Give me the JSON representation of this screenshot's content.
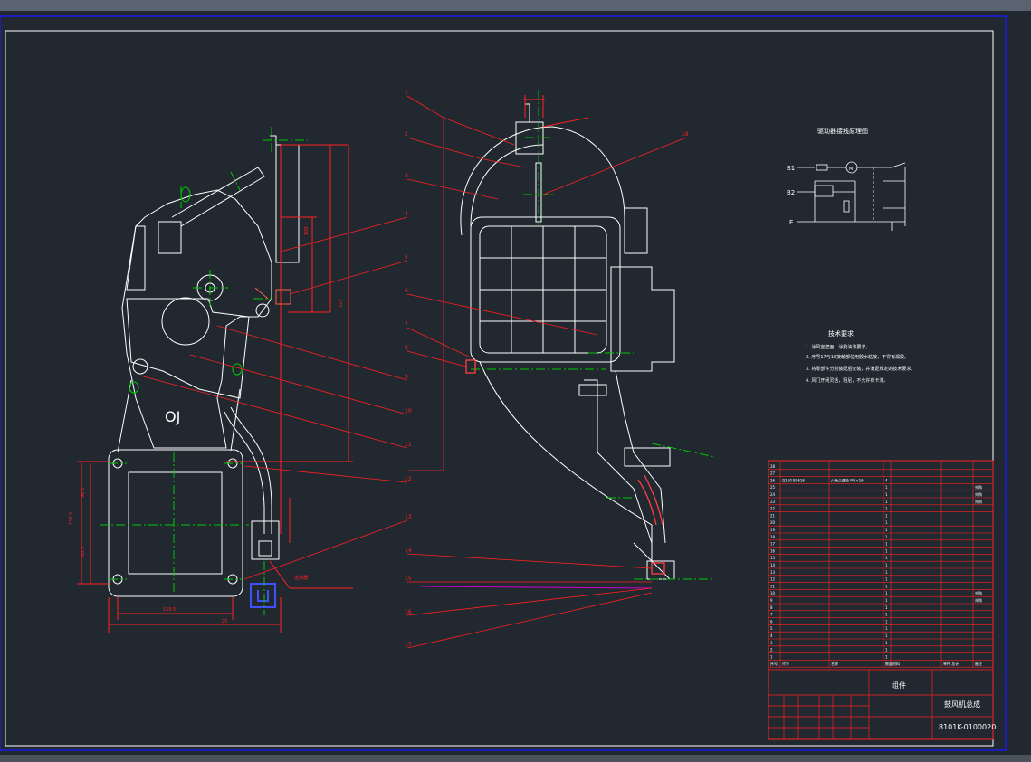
{
  "drawing": {
    "title": "OJ",
    "circuit_title": "驱动器接线原理图",
    "tech_title": "技术要求",
    "tech_lines": [
      "1. 涂风室壁面，涂胶油漆要求。",
      "2. 序号17与18接触部位用胶水粘接，不得有漏胶。",
      "3. 将零部件分别装配后安装，并满足规定的技术要求。",
      "4. 风门开闭灵活，阻尼，不允许有卡滞。"
    ],
    "callouts": [
      "1",
      "2",
      "3",
      "4",
      "5",
      "6",
      "7",
      "8",
      "9",
      "10",
      "11",
      "12",
      "13",
      "14",
      "15",
      "16",
      "17",
      "18"
    ]
  },
  "circuit": {
    "b1": "B1",
    "b2": "B2",
    "e": "E",
    "m": "M"
  },
  "bom": {
    "rows": [
      {
        "no": "28",
        "code": "",
        "name": "",
        "qty": "",
        "mat": "",
        "weight": "",
        "note": ""
      },
      {
        "no": "27",
        "code": "",
        "name": "",
        "qty": "",
        "mat": "",
        "weight": "",
        "note": ""
      },
      {
        "no": "26",
        "code": "Q150 B0616",
        "name": "六角头螺栓 M6×16",
        "qty": "4",
        "mat": "",
        "weight": "",
        "note": ""
      },
      {
        "no": "25",
        "code": "",
        "name": "",
        "qty": "1",
        "mat": "",
        "weight": "",
        "note": "外购"
      },
      {
        "no": "24",
        "code": "",
        "name": "",
        "qty": "1",
        "mat": "",
        "weight": "",
        "note": "外购"
      },
      {
        "no": "23",
        "code": "",
        "name": "",
        "qty": "1",
        "mat": "",
        "weight": "",
        "note": "外购"
      },
      {
        "no": "22",
        "code": "",
        "name": "",
        "qty": "1",
        "mat": "",
        "weight": "",
        "note": ""
      },
      {
        "no": "21",
        "code": "",
        "name": "",
        "qty": "1",
        "mat": "",
        "weight": "",
        "note": ""
      },
      {
        "no": "20",
        "code": "",
        "name": "",
        "qty": "1",
        "mat": "",
        "weight": "",
        "note": ""
      },
      {
        "no": "19",
        "code": "",
        "name": "",
        "qty": "1",
        "mat": "",
        "weight": "",
        "note": ""
      },
      {
        "no": "18",
        "code": "",
        "name": "",
        "qty": "1",
        "mat": "",
        "weight": "",
        "note": ""
      },
      {
        "no": "17",
        "code": "",
        "name": "",
        "qty": "1",
        "mat": "",
        "weight": "",
        "note": ""
      },
      {
        "no": "16",
        "code": "",
        "name": "",
        "qty": "1",
        "mat": "",
        "weight": "",
        "note": ""
      },
      {
        "no": "15",
        "code": "",
        "name": "",
        "qty": "1",
        "mat": "",
        "weight": "",
        "note": ""
      },
      {
        "no": "14",
        "code": "",
        "name": "",
        "qty": "1",
        "mat": "",
        "weight": "",
        "note": ""
      },
      {
        "no": "13",
        "code": "",
        "name": "",
        "qty": "1",
        "mat": "",
        "weight": "",
        "note": ""
      },
      {
        "no": "12",
        "code": "",
        "name": "",
        "qty": "1",
        "mat": "",
        "weight": "",
        "note": ""
      },
      {
        "no": "11",
        "code": "",
        "name": "",
        "qty": "1",
        "mat": "",
        "weight": "",
        "note": ""
      },
      {
        "no": "10",
        "code": "",
        "name": "",
        "qty": "1",
        "mat": "",
        "weight": "",
        "note": "外购"
      },
      {
        "no": "9",
        "code": "",
        "name": "",
        "qty": "1",
        "mat": "",
        "weight": "",
        "note": "外购"
      },
      {
        "no": "8",
        "code": "",
        "name": "",
        "qty": "1",
        "mat": "",
        "weight": "",
        "note": ""
      },
      {
        "no": "7",
        "code": "",
        "name": "",
        "qty": "1",
        "mat": "",
        "weight": "",
        "note": ""
      },
      {
        "no": "6",
        "code": "",
        "name": "",
        "qty": "1",
        "mat": "",
        "weight": "",
        "note": ""
      },
      {
        "no": "5",
        "code": "",
        "name": "",
        "qty": "1",
        "mat": "",
        "weight": "",
        "note": ""
      },
      {
        "no": "4",
        "code": "",
        "name": "",
        "qty": "1",
        "mat": "",
        "weight": "",
        "note": ""
      },
      {
        "no": "3",
        "code": "",
        "name": "",
        "qty": "1",
        "mat": "",
        "weight": "",
        "note": ""
      },
      {
        "no": "2",
        "code": "",
        "name": "",
        "qty": "1",
        "mat": "",
        "weight": "",
        "note": ""
      },
      {
        "no": "1",
        "code": "",
        "name": "",
        "qty": "1",
        "mat": "",
        "weight": "",
        "note": ""
      }
    ],
    "header": {
      "no": "序号",
      "code": "代号",
      "name": "名称",
      "qty": "数量",
      "mat": "材料",
      "weight": "单件 总计",
      "note": "备注"
    }
  },
  "titleblock": {
    "org": "组件",
    "part_name": "鼓风机总成",
    "drawing_no": "8101K-0100020"
  },
  "colors": {
    "bg": "#212830",
    "outline": "#ffffff",
    "center": "#00c800",
    "leader": "#ff2020",
    "frame": "#1c1ce0",
    "magenta": "#d000d0"
  }
}
